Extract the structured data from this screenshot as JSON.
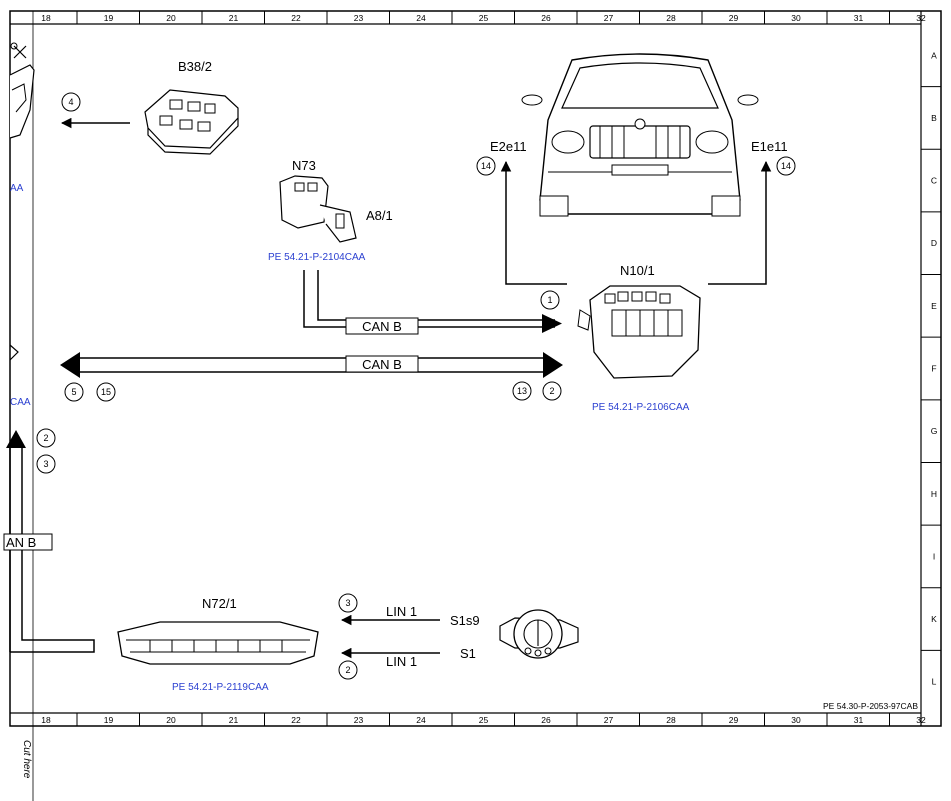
{
  "grid": {
    "columns": [
      "18",
      "19",
      "20",
      "21",
      "22",
      "23",
      "24",
      "25",
      "26",
      "27",
      "28",
      "29",
      "30",
      "31",
      "32"
    ],
    "rows": [
      "A",
      "B",
      "C",
      "D",
      "E",
      "F",
      "G",
      "H",
      "I",
      "K",
      "L"
    ]
  },
  "components": {
    "b38_2": "B38/2",
    "n73": "N73",
    "a8_1": "A8/1",
    "n10_1": "N10/1",
    "n72_1": "N72/1",
    "e2e11": "E2e11",
    "e1e11": "E1e11",
    "s1s9": "S1s9",
    "s1": "S1"
  },
  "references": {
    "n73_ref": "PE 54.21-P-2104CAA",
    "n10_1_ref": "PE 54.21-P-2106CAA",
    "n72_1_ref": "PE 54.21-P-2119CAA",
    "left_ref_top": "AA",
    "left_ref_mid": "CAA",
    "doc_id": "PE 54.30-P-2053-97CAB"
  },
  "buses": {
    "can_upper": "CAN B",
    "can_lower": "CAN B",
    "can_left": "AN B",
    "lin_upper": "LIN 1",
    "lin_lower": "LIN 1"
  },
  "markers": {
    "m4": "4",
    "m14_left": "14",
    "m14_right": "14",
    "m1": "1",
    "m5": "5",
    "m15": "15",
    "m13": "13",
    "m2_right": "2",
    "m2_left": "2",
    "m3_left": "3",
    "m3_lin": "3",
    "m2_lin": "2"
  },
  "cut_here": "Cut here"
}
